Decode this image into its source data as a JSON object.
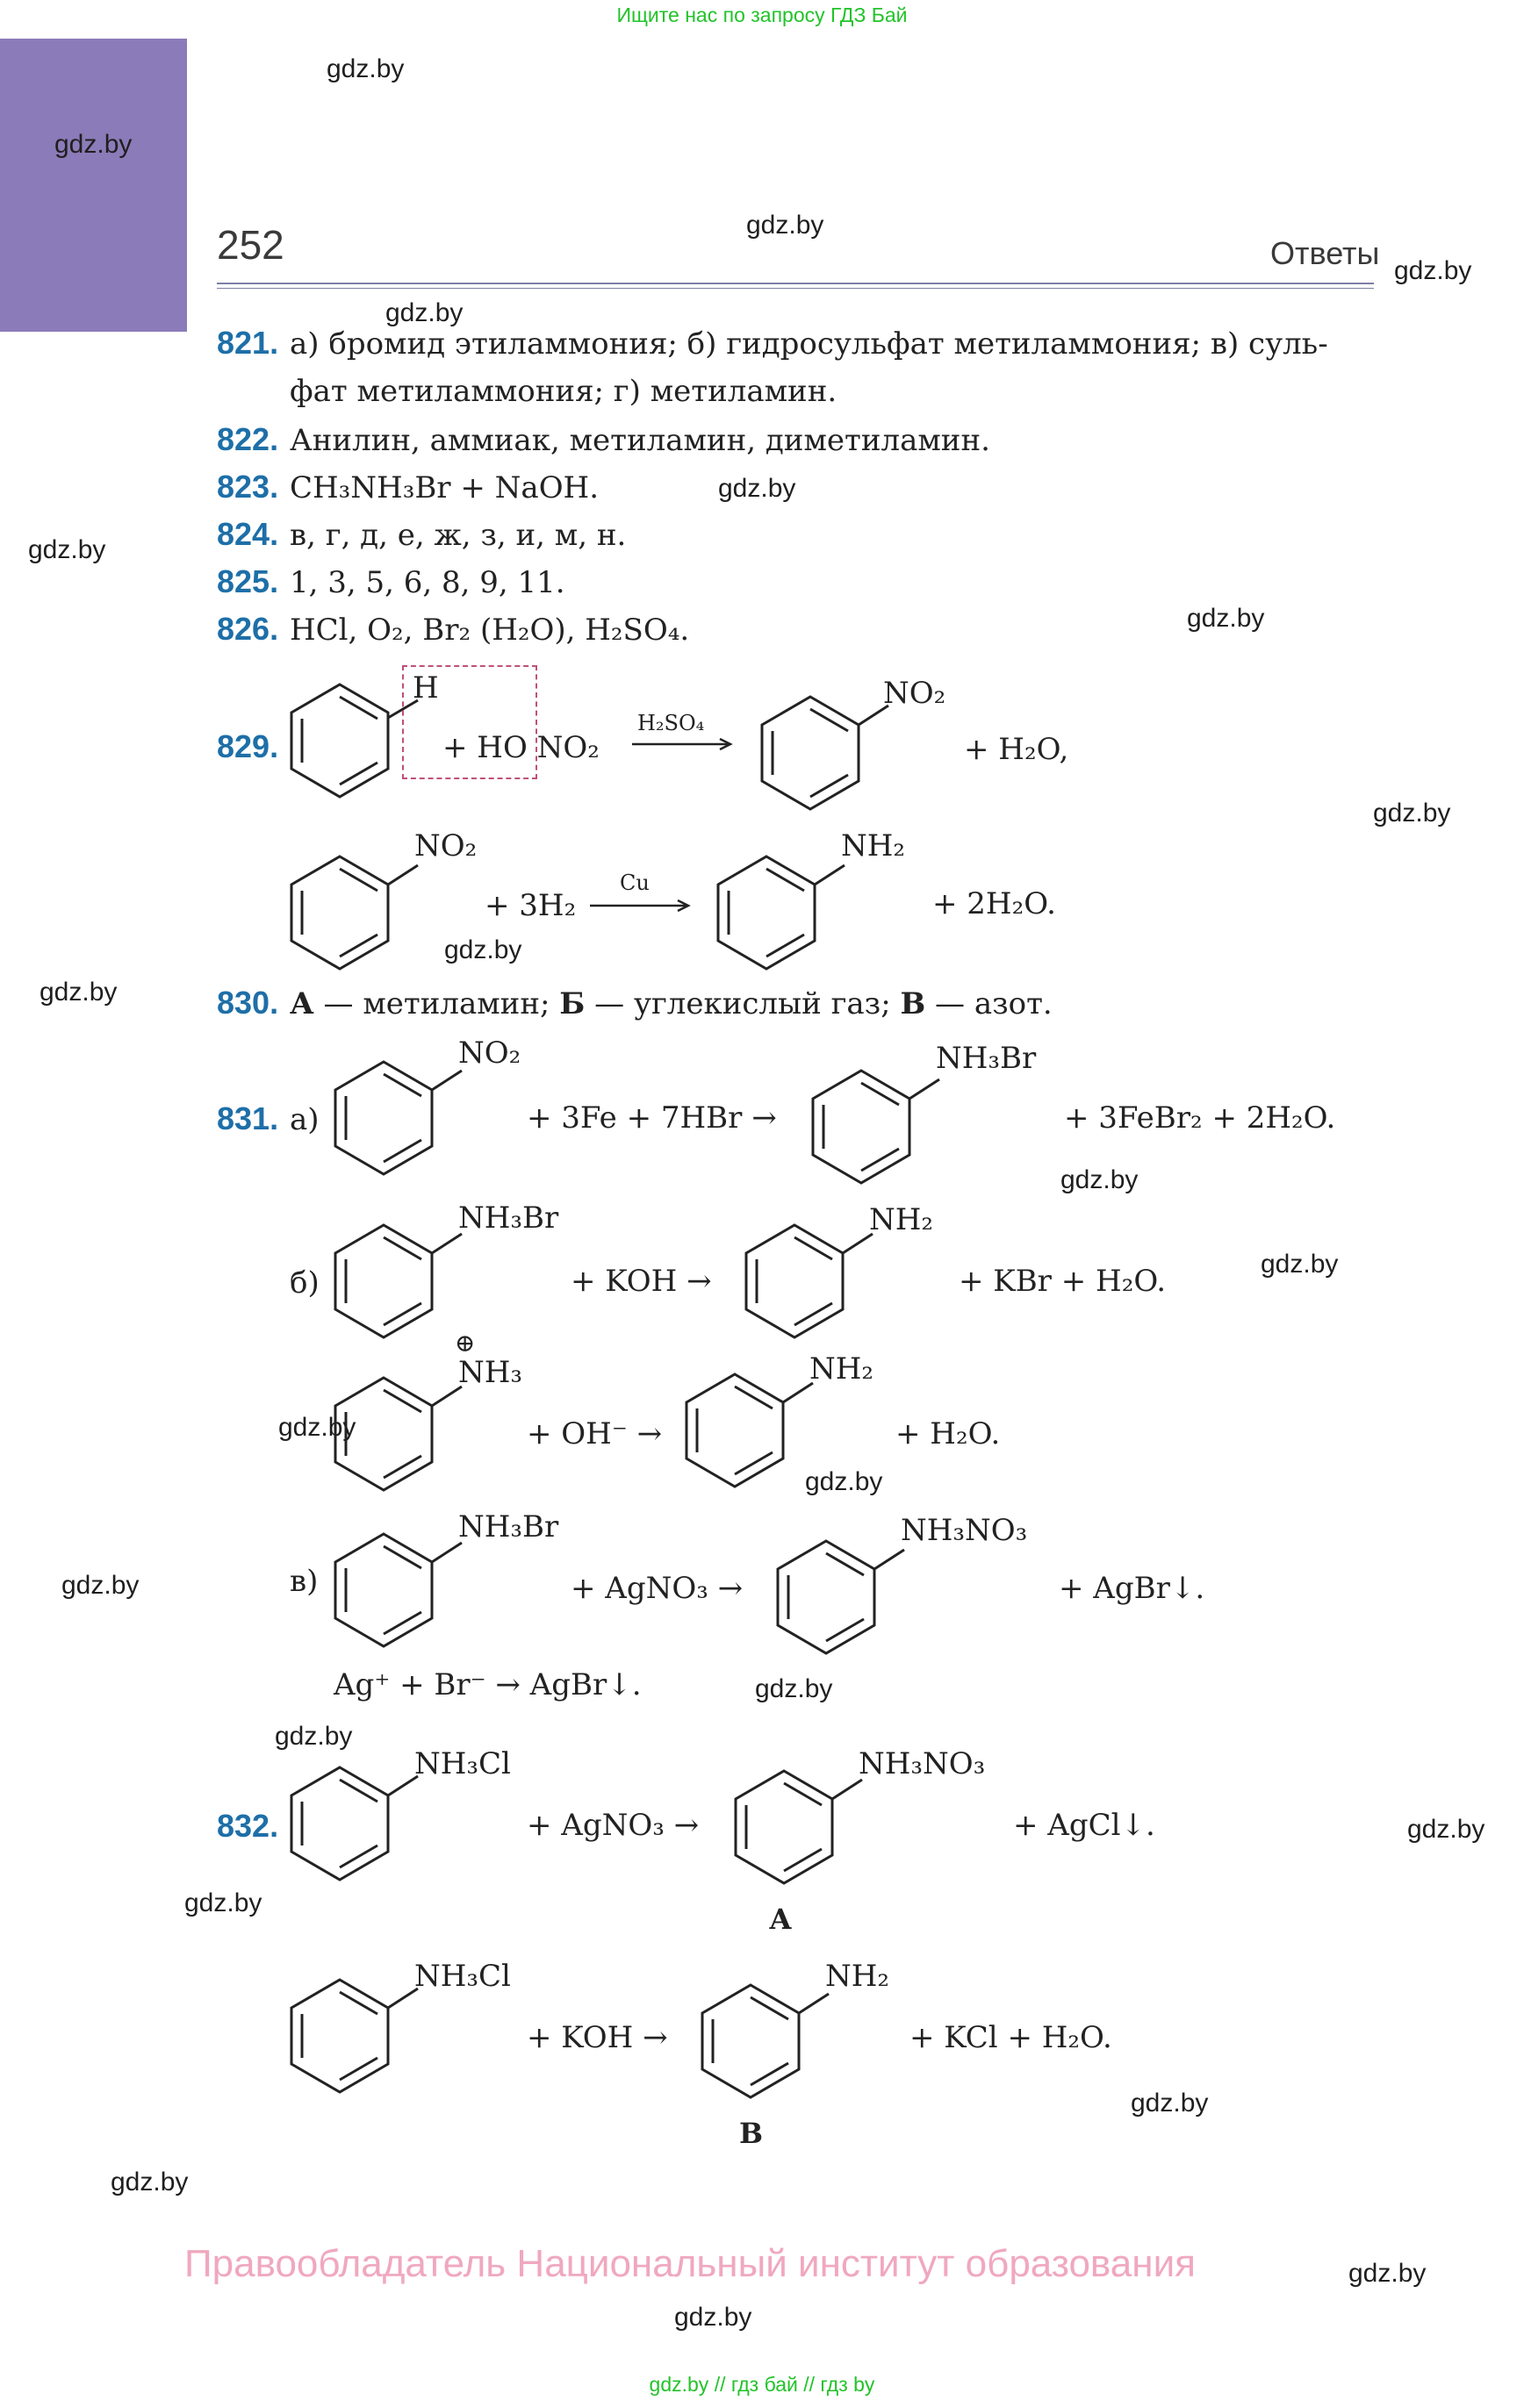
{
  "banner": "Ищите нас по запросу ГДЗ Бай",
  "page_number": "252",
  "section_title": "Ответы",
  "watermark": "gdz.by",
  "answers": {
    "a821_num": "821.",
    "a821_line1": "а) бромид этиламмония; б) гидросульфат метиламмония; в) суль-",
    "a821_line2": "фат метиламмония; г) метиламин.",
    "a822_num": "822.",
    "a822_text": "Анилин, аммиак, метиламин, диметиламин.",
    "a823_num": "823.",
    "a823_text": "CH₃NH₃Br + NaOH.",
    "a824_num": "824.",
    "a824_text": "в, г, д, е, ж, з, и, м, н.",
    "a825_num": "825.",
    "a825_text": "1, 3, 5, 6, 8, 9, 11.",
    "a826_num": "826.",
    "a826_text": "HCl, O₂, Br₂ (H₂O), H₂SO₄.",
    "a829_num": "829.",
    "a830_num": "830.",
    "a831_num": "831.",
    "a832_num": "832."
  },
  "r829": {
    "h": "H",
    "reagent": "+ HO NO₂",
    "cond": "H₂SO₄",
    "no2": "NO₂",
    "product_rest": "+ H₂O,",
    "no2_b": "NO₂",
    "h2": "+ 3H₂",
    "cond_b": "Cu",
    "nh2": "NH₂",
    "rest_b": "+ 2H₂O."
  },
  "r830": {
    "a": "А",
    "a_text": " — метиламин; ",
    "b": "Б",
    "b_text": " — углекислый газ; ",
    "v": "В",
    "v_text": " — азот."
  },
  "r831": {
    "a_label": "а)",
    "no2": "NO₂",
    "reagents": "+ 3Fe + 7HBr →",
    "nh3br": "NH₃Br",
    "rest": "+ 3FeBr₂ + 2H₂O.",
    "b_label": "б)",
    "nh3br_b": "NH₃Br",
    "koh": "+ KOH →",
    "nh2_b": "NH₂",
    "rest_b": "+ KBr + H₂O.",
    "plus_sign": "⊕",
    "nh3_ion": "NH₃",
    "oh": "+ OH⁻ →",
    "nh2_c": "NH₂",
    "rest_c": "+ H₂O.",
    "v_label": "в)",
    "nh3br_v": "NH₃Br",
    "agno3": "+ AgNO₃ →",
    "nh3no3": "NH₃NO₃",
    "rest_v": "+ AgBr↓.",
    "ionic": "Ag⁺ + Br⁻ → AgBr↓."
  },
  "r832": {
    "nh3cl": "NH₃Cl",
    "agno3": "+ AgNO₃ →",
    "nh3no3": "NH₃NO₃",
    "rest": "+ AgCl↓.",
    "label_a": "А",
    "nh3cl_b": "NH₃Cl",
    "koh": "+ KOH →",
    "nh2": "NH₂",
    "rest_b": "+ KCl + H₂O.",
    "label_b": "В"
  },
  "footer": "Правообладатель Национальный институт образования",
  "bottom_links": "gdz.by  //  гдз бай  //  гдз by",
  "colors": {
    "accent": "#1e6fa8",
    "tab": "#8c7bb9",
    "banner": "#22c32a",
    "footer": "#f0a8bf",
    "dashed_box": "#c0507a"
  }
}
